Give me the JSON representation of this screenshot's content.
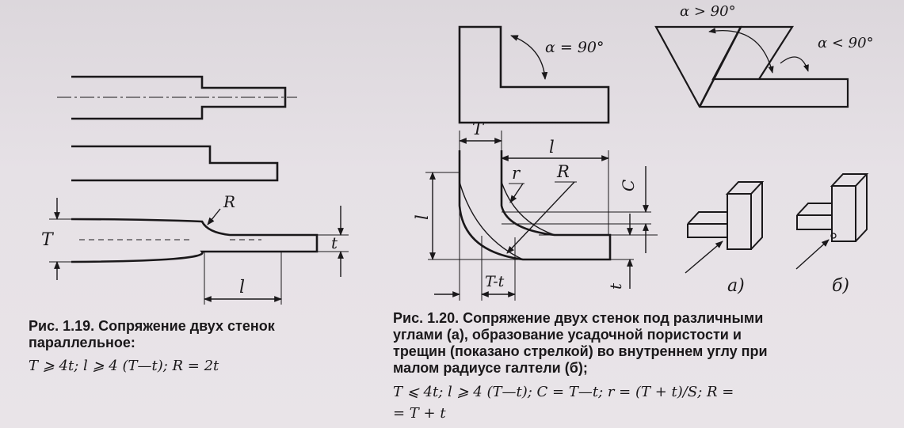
{
  "fig119": {
    "caption_line1": "Рис. 1.19. Сопряжение двух стенок",
    "caption_line2": "параллельное:",
    "formula": "T ⩾ 4t;  l ⩾ 4 (T—t);   R = 2t",
    "label_R": "R",
    "label_T": "T",
    "label_t": "t",
    "label_l": "l"
  },
  "fig120": {
    "caption_line1": "Рис. 1.20. Сопряжение двух стенок под различными",
    "caption_line2": "углами (а), образование усадочной пористости и",
    "caption_line3": "трещин (показано стрелкой) во внутреннем углу при",
    "caption_line4": "малом радиусе галтели (б);",
    "formula_line1": "T ⩽ 4t;  l ⩾ 4 (T—t);  C = T—t;  r = (T + t)/S;  R =",
    "formula_line2": "= T + t",
    "angle_eq90": "α = 90°",
    "angle_gt90": "α > 90°",
    "angle_lt90": "α < 90°",
    "label_T": "T",
    "label_l_top": "l",
    "label_l_left": "l",
    "label_r": "r",
    "label_R": "R",
    "label_C": "C",
    "label_Tt": "T-t",
    "label_t": "t",
    "label_a": "а)",
    "label_b": "б)"
  }
}
